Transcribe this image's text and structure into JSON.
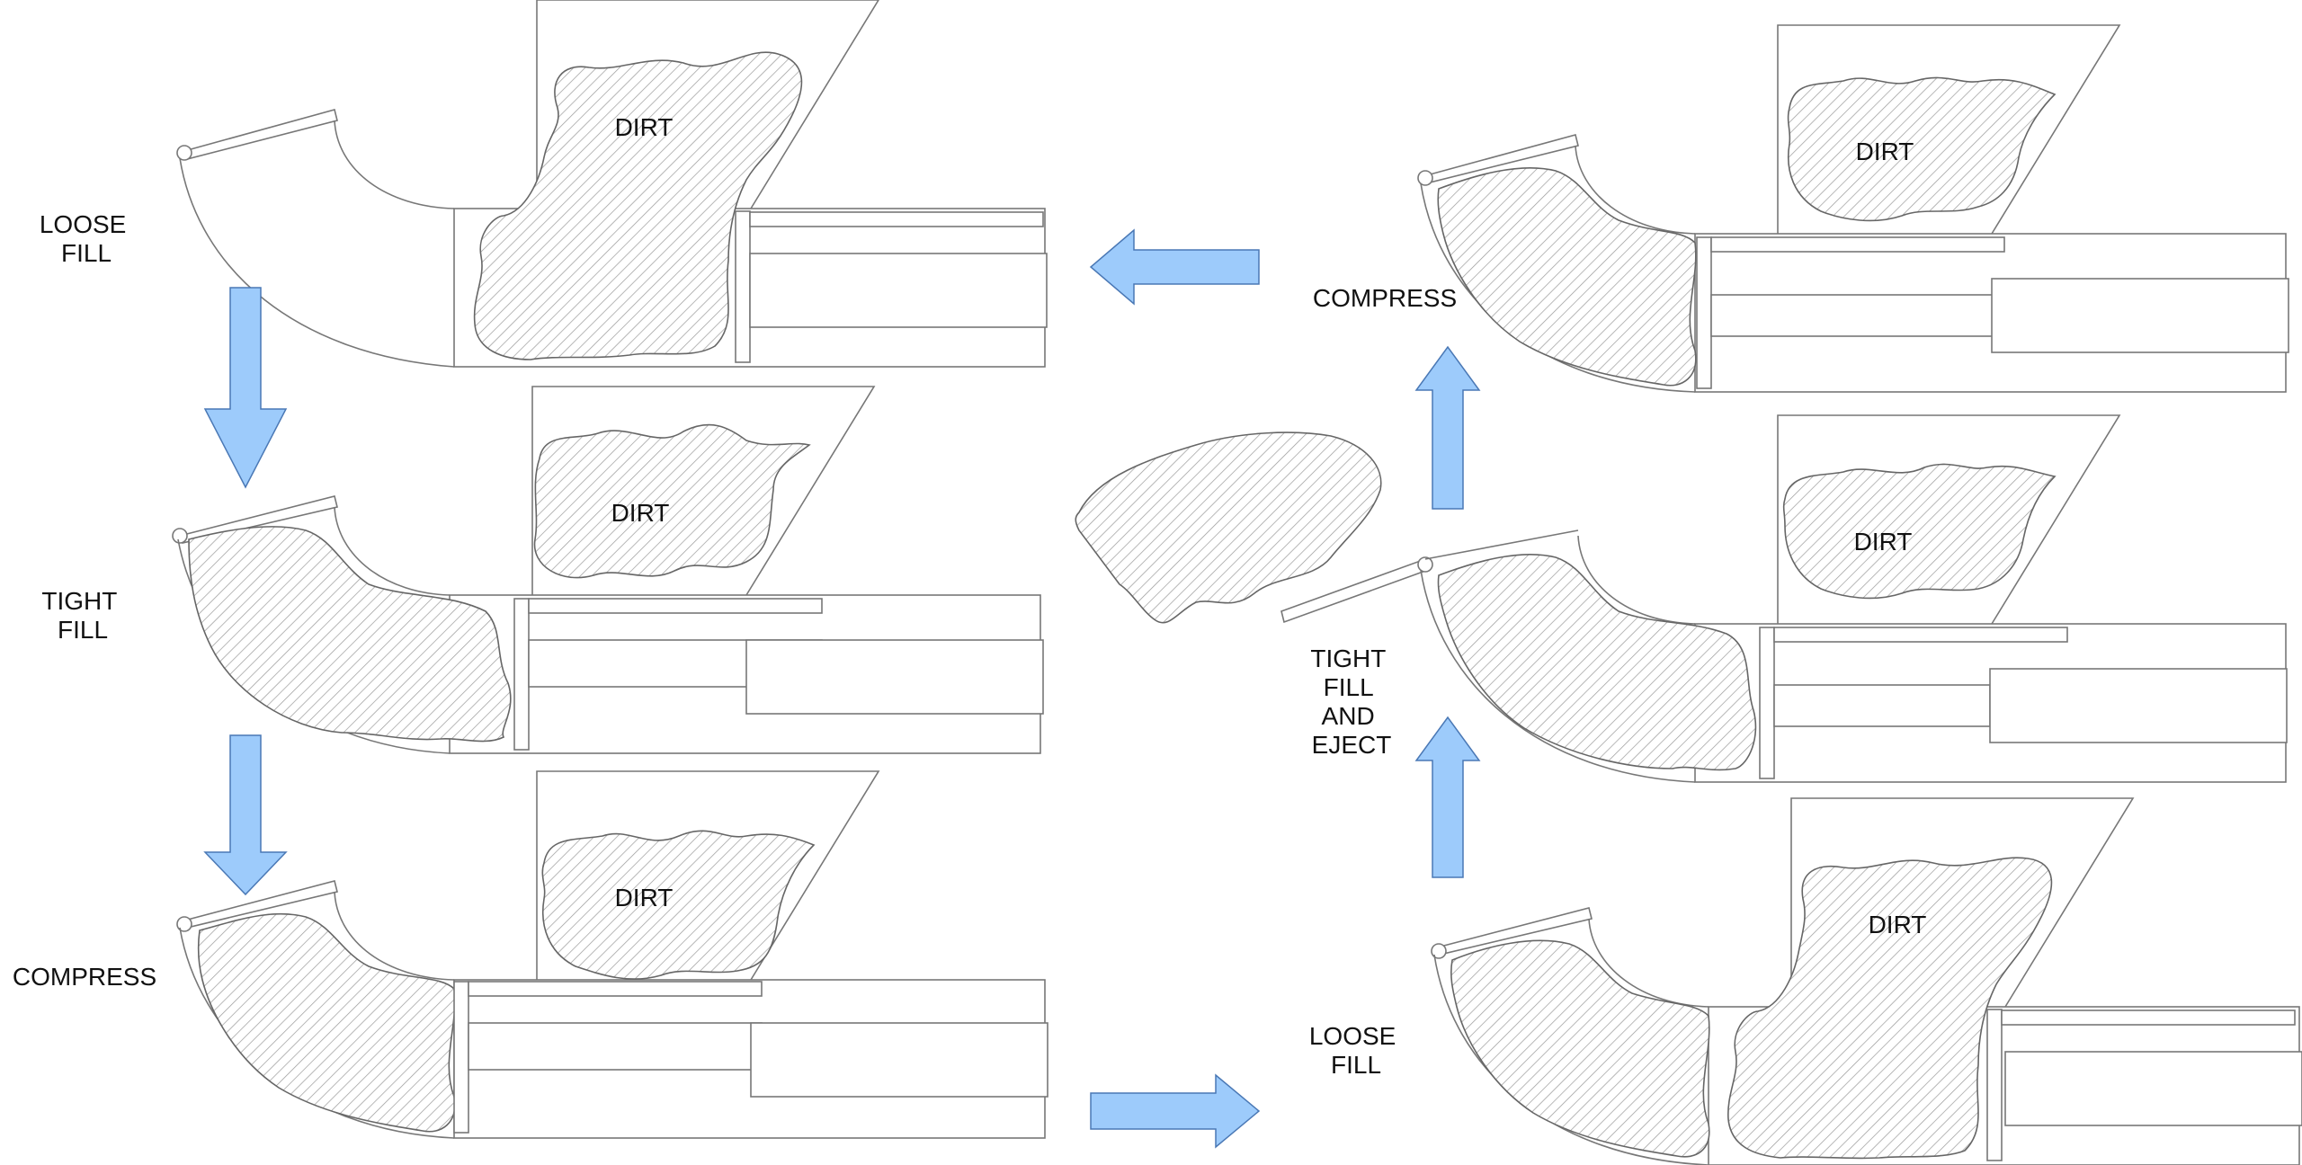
{
  "colors": {
    "arrow_fill": "#9dcbfb",
    "arrow_stroke": "#4a78b5",
    "line": "#777777",
    "hatch": "#9a9a9a"
  },
  "dirt_label": "DIRT",
  "stages": [
    {
      "id": "l1",
      "label_lines": [
        "LOOSE",
        "FILL"
      ]
    },
    {
      "id": "l2",
      "label_lines": [
        "TIGHT",
        "FILL"
      ]
    },
    {
      "id": "l3",
      "label_lines": [
        "COMPRESS"
      ]
    },
    {
      "id": "r1",
      "label_lines": [
        "LOOSE",
        "FILL"
      ]
    },
    {
      "id": "r2",
      "label_lines": [
        "TIGHT",
        "FILL",
        "AND",
        "EJECT"
      ]
    },
    {
      "id": "r3",
      "label_lines": [
        "COMPRESS"
      ]
    }
  ],
  "arrows": [
    {
      "id": "l1-to-l2",
      "direction": "down"
    },
    {
      "id": "l2-to-l3",
      "direction": "down"
    },
    {
      "id": "l3-to-r1",
      "direction": "right"
    },
    {
      "id": "r1-to-r2",
      "direction": "up"
    },
    {
      "id": "r2-to-r3",
      "direction": "up"
    },
    {
      "id": "r3-to-l1",
      "direction": "left"
    }
  ]
}
